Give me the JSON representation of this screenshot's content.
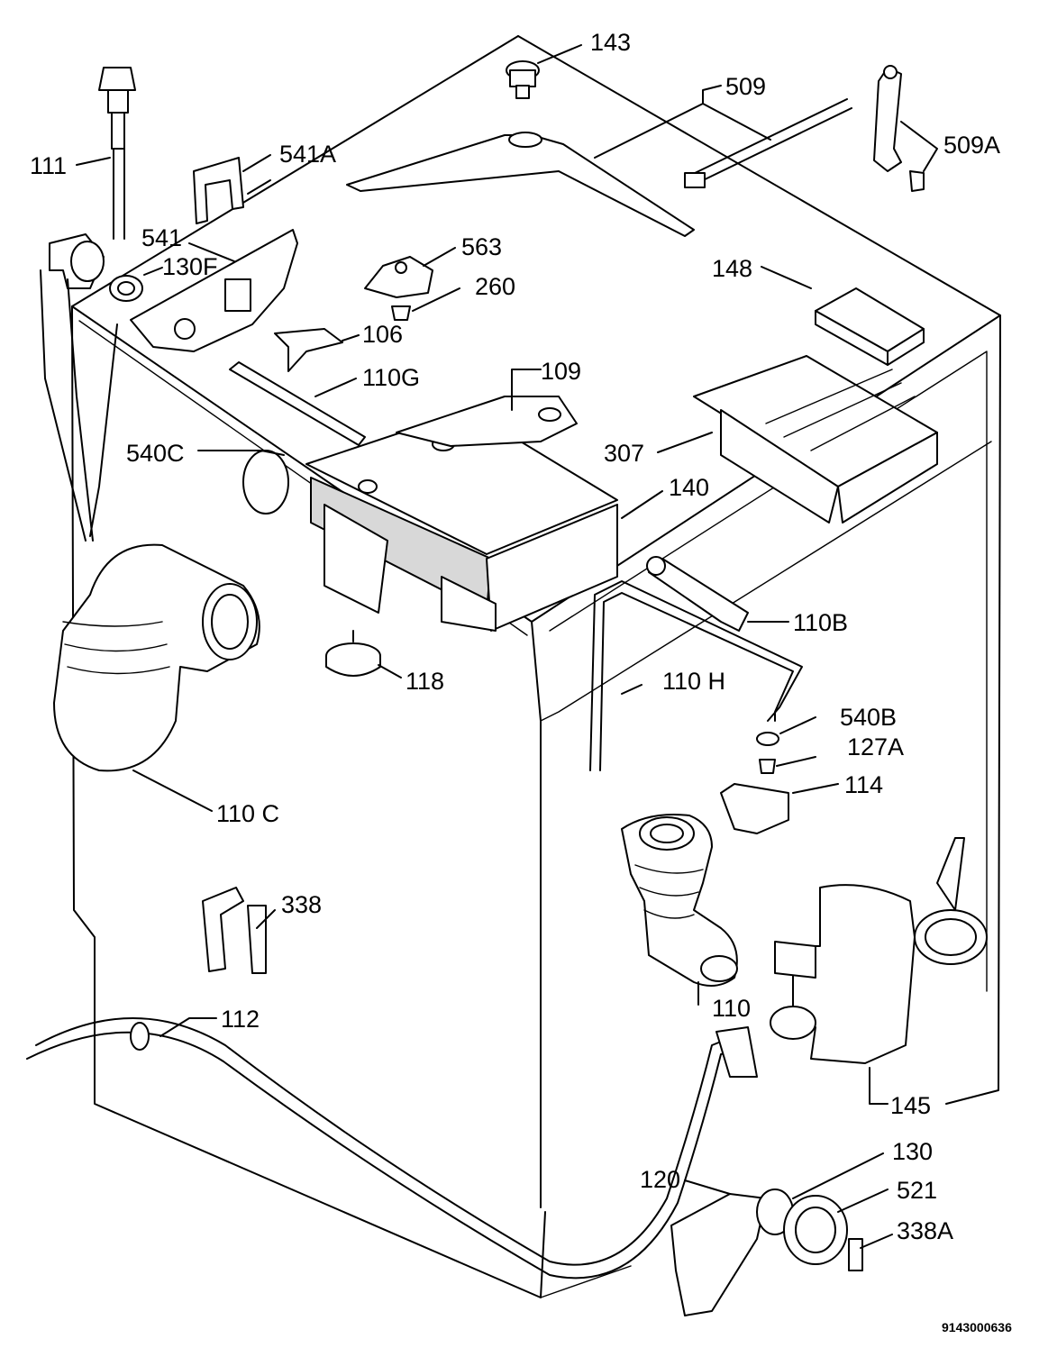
{
  "diagram_code": "9143000636",
  "parts": [
    {
      "id": "p143",
      "label": "143"
    },
    {
      "id": "p509",
      "label": "509"
    },
    {
      "id": "p509a",
      "label": "509A"
    },
    {
      "id": "p111",
      "label": "111"
    },
    {
      "id": "p541a",
      "label": "541A"
    },
    {
      "id": "p541",
      "label": "541"
    },
    {
      "id": "p130f",
      "label": "130F"
    },
    {
      "id": "p563",
      "label": "563"
    },
    {
      "id": "p260",
      "label": "260"
    },
    {
      "id": "p148",
      "label": "148"
    },
    {
      "id": "p106",
      "label": "106"
    },
    {
      "id": "p110g",
      "label": "110G"
    },
    {
      "id": "p109",
      "label": "109"
    },
    {
      "id": "p540c",
      "label": "540C"
    },
    {
      "id": "p307",
      "label": "307"
    },
    {
      "id": "p140",
      "label": "140"
    },
    {
      "id": "p110b",
      "label": "110B"
    },
    {
      "id": "p118",
      "label": "118"
    },
    {
      "id": "p110h",
      "label": "110 H"
    },
    {
      "id": "p540b",
      "label": "540B"
    },
    {
      "id": "p127a",
      "label": "127A"
    },
    {
      "id": "p114",
      "label": "114"
    },
    {
      "id": "p110c",
      "label": "110 C"
    },
    {
      "id": "p338",
      "label": "338"
    },
    {
      "id": "p110",
      "label": "110"
    },
    {
      "id": "p112",
      "label": "112"
    },
    {
      "id": "p145",
      "label": "145"
    },
    {
      "id": "p130",
      "label": "130"
    },
    {
      "id": "p120",
      "label": "120"
    },
    {
      "id": "p521",
      "label": "521"
    },
    {
      "id": "p338a",
      "label": "338A"
    }
  ]
}
